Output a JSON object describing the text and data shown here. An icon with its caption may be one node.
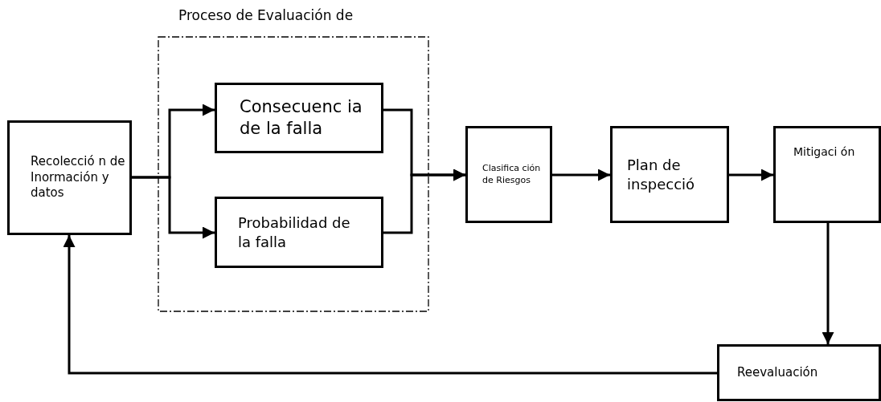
{
  "diagram": {
    "nodes": [
      {
        "text": [
          "Proceso de Evaluación de"
        ]
      },
      {
        "text": [
          "Recolecció n de Inormación y datos"
        ]
      },
      {
        "text": [
          "Consecuenc ia de la falla"
        ],
        "in": 0
      },
      {
        "text": [
          "Probabilidad de la falla"
        ],
        "in": 0
      },
      {
        "text": [
          "Clasifica ción de Riesgos"
        ]
      },
      {
        "text": [
          "Plan de inspecció"
        ]
      },
      {
        "text": [
          "Mitigaci ón"
        ]
      },
      {
        "text": [
          "Reevaluación"
        ]
      }
    ],
    "edges": [
      {
        "from": 1,
        "to": 2,
        "arrow": "to"
      },
      {
        "from": 1,
        "to": 3,
        "arrow": "to"
      },
      {
        "from": 2,
        "to": 4,
        "arrow": "to"
      },
      {
        "from": 3,
        "to": 4,
        "arrow": "to"
      },
      {
        "from": 4,
        "to": 5,
        "arrow": "to"
      },
      {
        "from": 5,
        "to": 6,
        "arrow": "to"
      },
      {
        "from": 6,
        "to": 7,
        "arrow": "to"
      },
      {
        "from": 7,
        "to": 1,
        "arrow": "to"
      }
    ]
  }
}
